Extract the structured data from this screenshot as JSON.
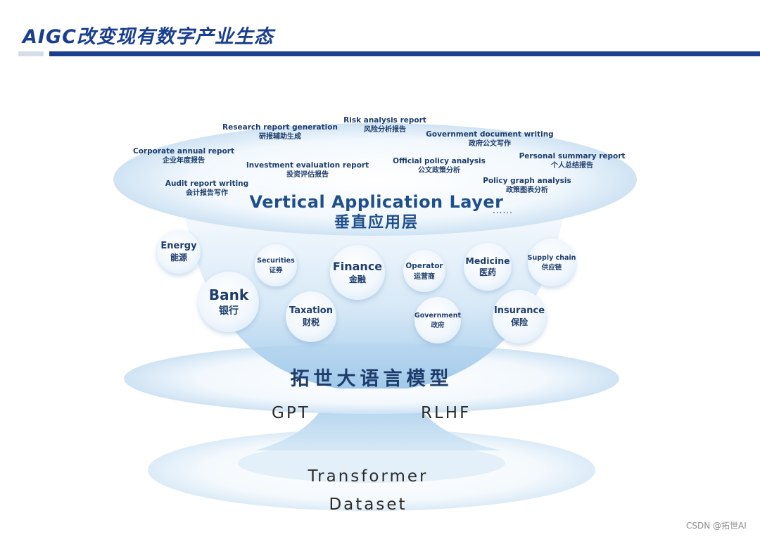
{
  "slide": {
    "title": "AIGC改变现有数字产业生态"
  },
  "application_layer": {
    "title_en": "Vertical Application Layer",
    "title_zh": "垂直应用层",
    "ellipsis": "......",
    "items": [
      {
        "en": "Research report generation",
        "zh": "研报辅助生成"
      },
      {
        "en": "Risk analysis report",
        "zh": "风险分析报告"
      },
      {
        "en": "Government document writing",
        "zh": "政府公文写作"
      },
      {
        "en": "Corporate annual report",
        "zh": "企业年度报告"
      },
      {
        "en": "Investment evaluation report",
        "zh": "投资评估报告"
      },
      {
        "en": "Official policy analysis",
        "zh": "公文政策分析"
      },
      {
        "en": "Personal summary report",
        "zh": "个人总结报告"
      },
      {
        "en": "Audit report writing",
        "zh": "会计报告写作"
      },
      {
        "en": "Policy graph analysis",
        "zh": "政策图表分析"
      }
    ]
  },
  "industries": [
    {
      "en": "Energy",
      "zh": "能源"
    },
    {
      "en": "Securities",
      "zh": "证券"
    },
    {
      "en": "Finance",
      "zh": "金融"
    },
    {
      "en": "Operator",
      "zh": "运营商"
    },
    {
      "en": "Medicine",
      "zh": "医药"
    },
    {
      "en": "Supply chain",
      "zh": "供应链"
    },
    {
      "en": "Bank",
      "zh": "银行"
    },
    {
      "en": "Taxation",
      "zh": "财税"
    },
    {
      "en": "Government",
      "zh": "政府"
    },
    {
      "en": "Insurance",
      "zh": "保险"
    }
  ],
  "model": {
    "name": "拓世大语言模型",
    "techniques": [
      "GPT",
      "RLHF"
    ]
  },
  "foundation": [
    "Transformer",
    "Dataset"
  ],
  "watermark": "CSDN @拓世AI",
  "colors": {
    "brand": "#1a3f8f",
    "text_dark": "#1f3d6b",
    "funnel_light": "#eaf3fb",
    "funnel_mid": "#a9cdec"
  }
}
